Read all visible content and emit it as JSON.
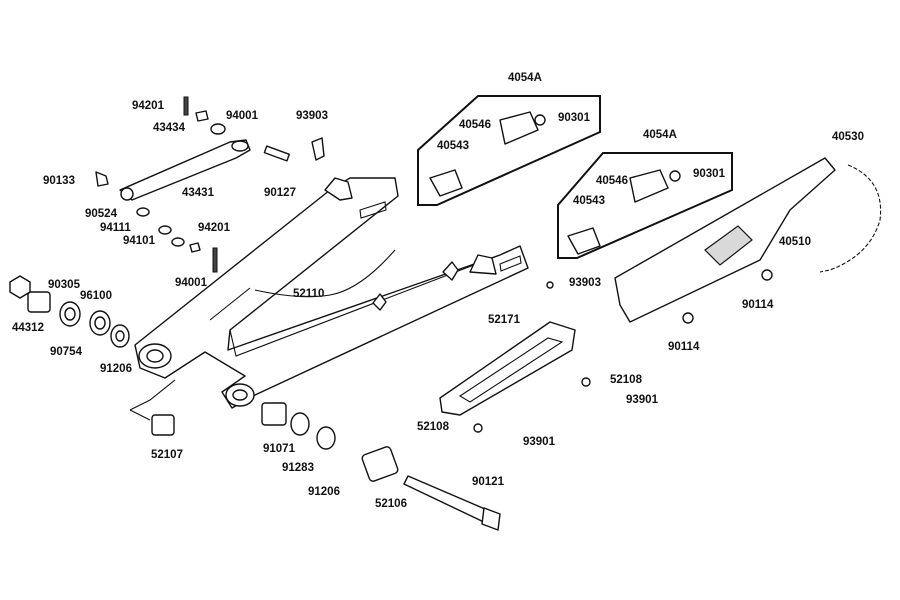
{
  "diagram": {
    "part_numbers": {
      "p94201a": "94201",
      "p94001a": "94001",
      "p43434": "43434",
      "p93903a": "93903",
      "p90133": "90133",
      "p43431": "43431",
      "p90127": "90127",
      "p90524": "90524",
      "p94111": "94111",
      "p94201b": "94201",
      "p94101": "94101",
      "p94001b": "94001",
      "p90305": "90305",
      "p96100": "96100",
      "p44312": "44312",
      "p90754": "90754",
      "p91206a": "91206",
      "p52110": "52110",
      "p52107": "52107",
      "p91071": "91071",
      "p91283": "91283",
      "p91206b": "91206",
      "p52106": "52106",
      "p90121": "90121",
      "p4054Aa": "4054A",
      "p40546a": "40546",
      "p90301a": "90301",
      "p40543a": "40543",
      "p4054Ab": "4054A",
      "p40546b": "40546",
      "p90301b": "90301",
      "p40543b": "40543",
      "p40530": "40530",
      "p40510": "40510",
      "p90114a": "90114",
      "p90114b": "90114",
      "p93903b": "93903",
      "p52171": "52171",
      "p52108a": "52108",
      "p93901a": "93901",
      "p52108b": "52108",
      "p93901b": "93901"
    }
  }
}
